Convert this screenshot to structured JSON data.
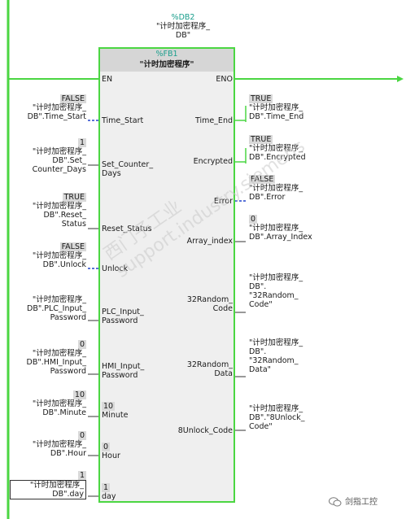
{
  "instance_db": {
    "addr": "%DB2",
    "name_line1": "\"计时加密程序_",
    "name_line2": "DB\""
  },
  "block": {
    "addr": "%FB1",
    "name": "\"计时加密程序\""
  },
  "pins_left": {
    "en": "EN",
    "time_start": "Time_Start",
    "set_counter_days_1": "Set_Counter_",
    "set_counter_days_2": "Days",
    "reset_status": "Reset_Status",
    "unlock": "Unlock",
    "plc_input_password_1": "PLC_Input_",
    "plc_input_password_2": "Password",
    "hmi_input_password_1": "HMI_Input_",
    "hmi_input_password_2": "Password",
    "minute": "Minute",
    "hour": "Hour",
    "day": "day"
  },
  "pins_right": {
    "eno": "ENO",
    "time_end": "Time_End",
    "encrypted": "Encrypted",
    "error": "Error",
    "array_index": "Array_index",
    "random32_code_1": "32Random_",
    "random32_code_2": "Code",
    "random32_data_1": "32Random_",
    "random32_data_2": "Data",
    "unlock8_code": "8Unlock_Code"
  },
  "inputs": {
    "time_start": {
      "value": "FALSE",
      "line1": "\"计时加密程序_",
      "line2": "DB\".Time_Start"
    },
    "set_counter_days": {
      "value": "1",
      "line1": "\"计时加密程序_",
      "line2": "DB\".Set_",
      "line3": "Counter_Days"
    },
    "reset_status": {
      "value": "TRUE",
      "line1": "\"计时加密程序_",
      "line2": "DB\".Reset_",
      "line3": "Status"
    },
    "unlock": {
      "value": "FALSE",
      "line1": "\"计时加密程序_",
      "line2": "DB\".Unlock"
    },
    "plc_input_password": {
      "line1": "\"计时加密程序_",
      "line2": "DB\".PLC_Input_",
      "line3": "Password"
    },
    "hmi_input_password": {
      "value": "0",
      "line1": "\"计时加密程序_",
      "line2": "DB\".HMI_Input_",
      "line3": "Password"
    },
    "minute": {
      "value": "10",
      "line1": "\"计时加密程序_",
      "line2": "DB\".Minute",
      "pin_value": "10"
    },
    "hour": {
      "value": "0",
      "line1": "\"计时加密程序_",
      "line2": "DB\".Hour",
      "pin_value": "0"
    },
    "day": {
      "value": "1",
      "line1": "\"计时加密程序_",
      "line2": "DB\".day",
      "pin_value": "1"
    }
  },
  "outputs": {
    "time_end": {
      "value": "TRUE",
      "line1": "\"计时加密程序_",
      "line2": "DB\".Time_End"
    },
    "encrypted": {
      "value": "TRUE",
      "line1": "\"计时加密程序_",
      "line2": "DB\".Encrypted"
    },
    "error": {
      "value": "FALSE",
      "line1": "\"计时加密程序_",
      "line2": "DB\".Error"
    },
    "array_index": {
      "value": "0",
      "line1": "\"计时加密程序_",
      "line2": "DB\".Array_Index"
    },
    "random32_code": {
      "line1": "\"计时加密程序_",
      "line2": "DB\".",
      "line3": "\"32Random_",
      "line4": "Code\""
    },
    "random32_data": {
      "line1": "\"计时加密程序_",
      "line2": "DB\".",
      "line3": "\"32Random_",
      "line4": "Data\""
    },
    "unlock8_code": {
      "line1": "\"计时加密程序_",
      "line2": "DB\".\"8Unlock_",
      "line3": "Code\""
    }
  },
  "watermark": "西门子工业 support.industry.siemens",
  "logo": {
    "text": "剑指工控"
  },
  "colors": {
    "energized": "#4bd642",
    "block_bg": "#efefef",
    "header_bg": "#d6d6d6",
    "addr": "#1a9e8c",
    "dashed_wire": "#2244cc"
  }
}
